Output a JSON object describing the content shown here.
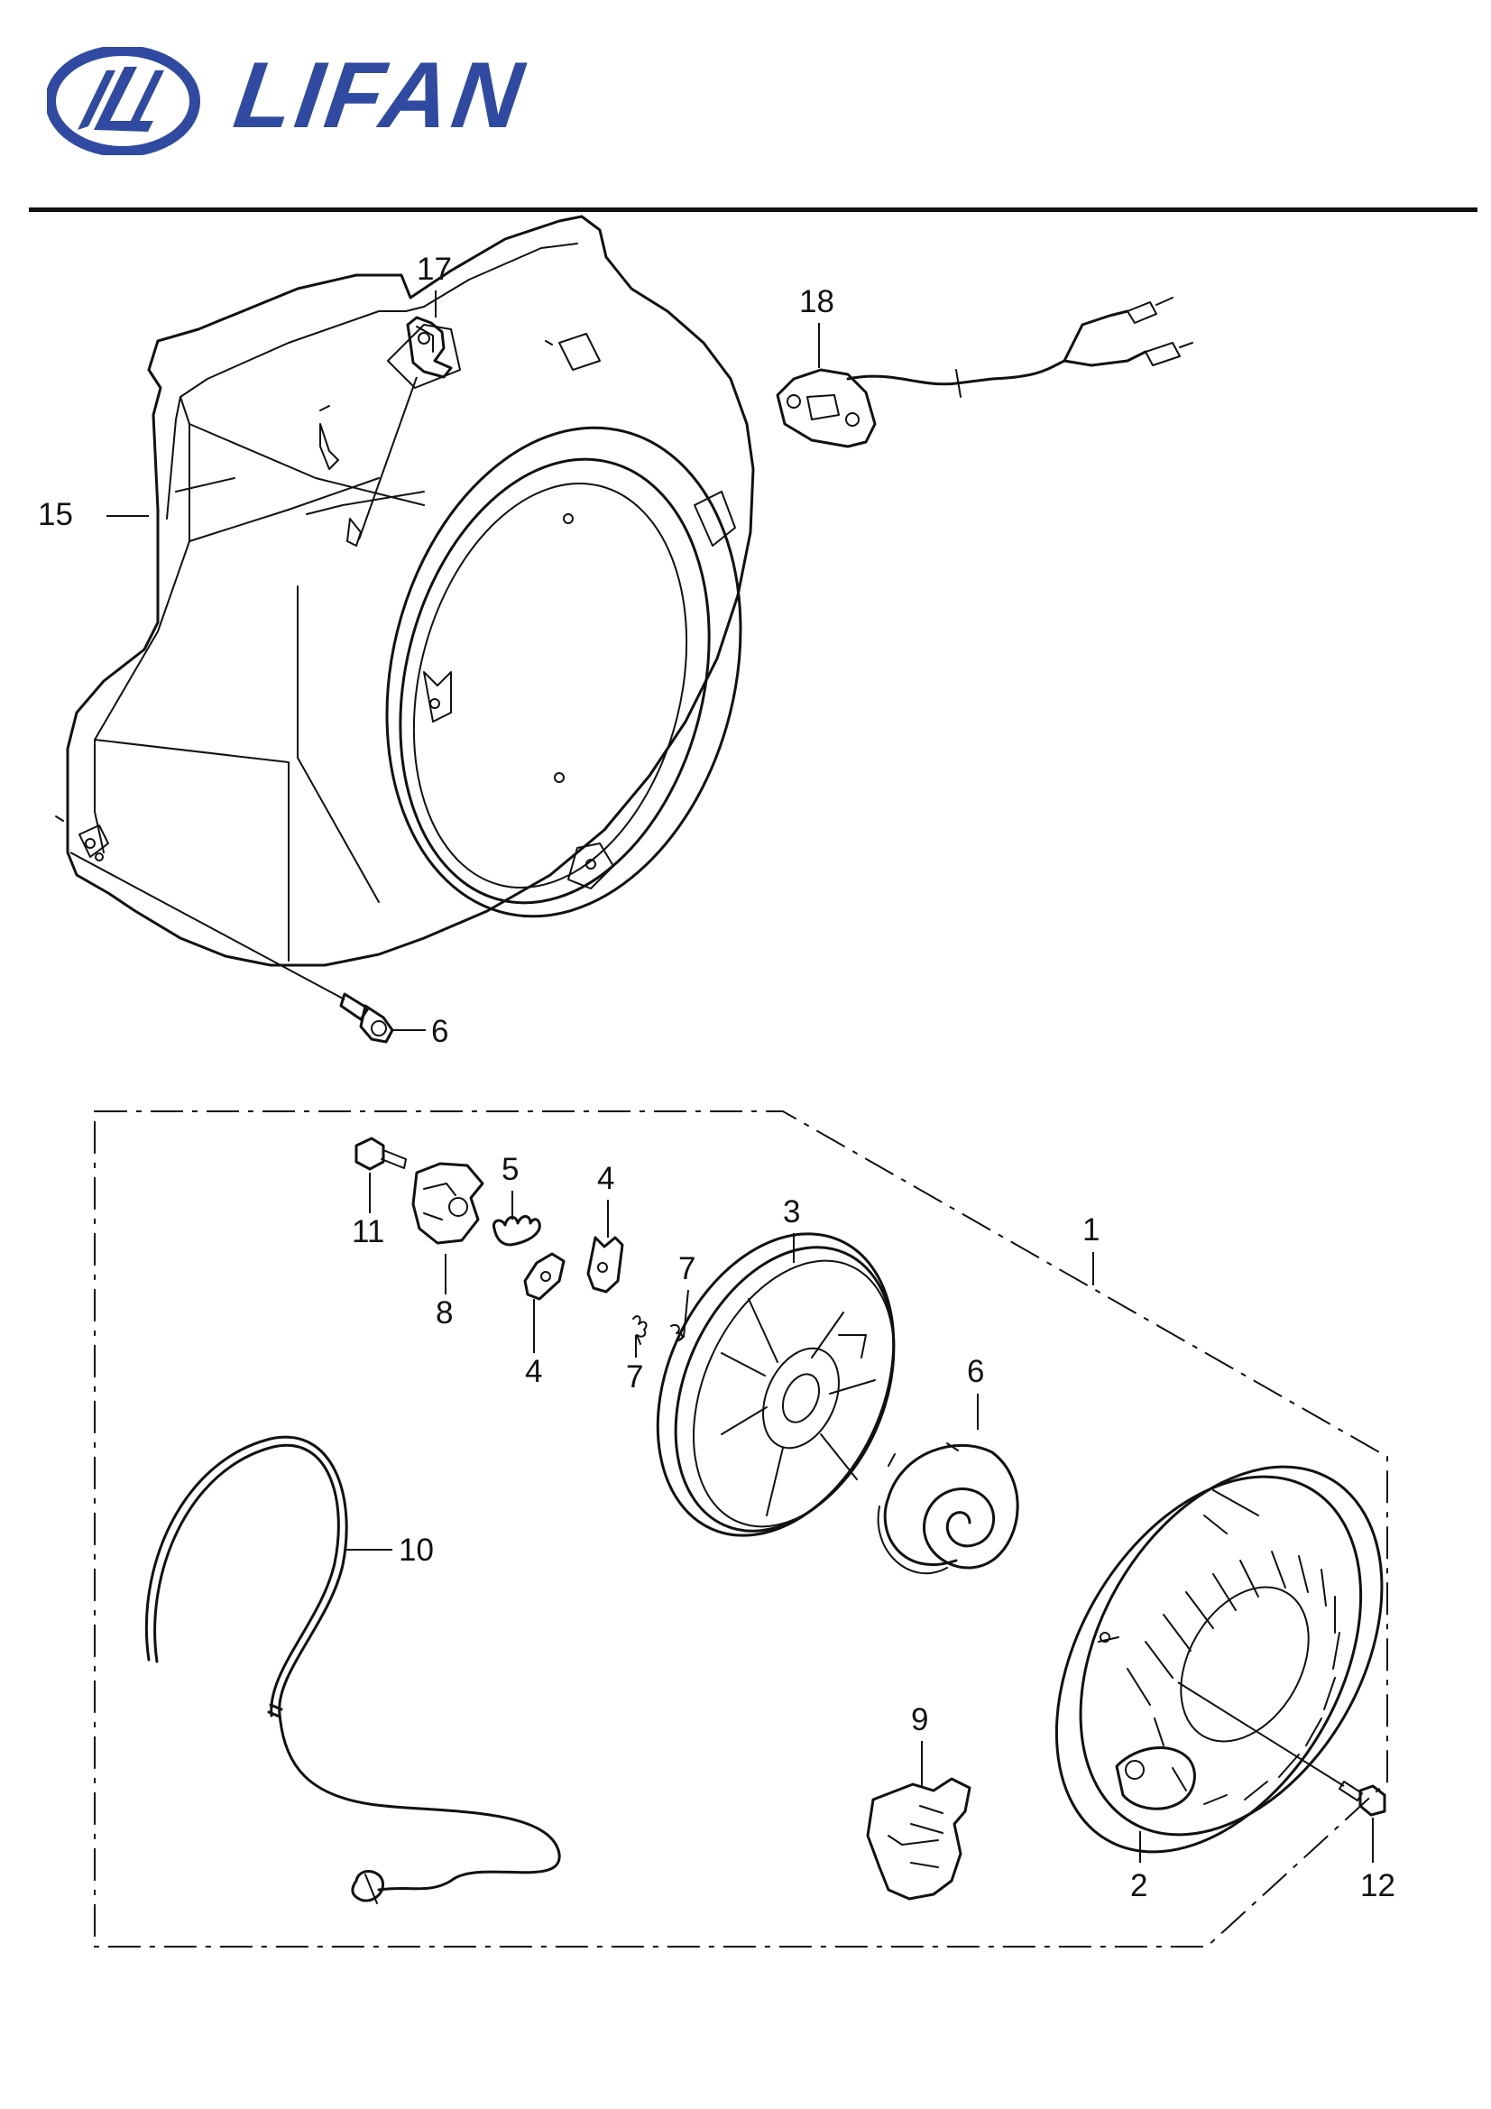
{
  "brand": {
    "name": "LIFAN",
    "color": "#2f4aa0"
  },
  "callouts": {
    "c1": "1",
    "c2": "2",
    "c3": "3",
    "c4a": "4",
    "c4b": "4",
    "c5": "5",
    "c6a": "6",
    "c6b": "6",
    "c7a": "7",
    "c7b": "7",
    "c8": "8",
    "c9": "9",
    "c10": "10",
    "c11": "11",
    "c12": "12",
    "c15": "15",
    "c17": "17",
    "c18": "18"
  },
  "icons": {
    "logo": "lifan-oval-emblem",
    "parts": [
      "fan-cover",
      "clip",
      "oil-sensor-harness",
      "flange-bolt",
      "recoil-starter-case",
      "reel",
      "spiral-spring",
      "ratchet-pawl",
      "spring",
      "friction-plate",
      "starter-grip",
      "starter-rope"
    ]
  }
}
